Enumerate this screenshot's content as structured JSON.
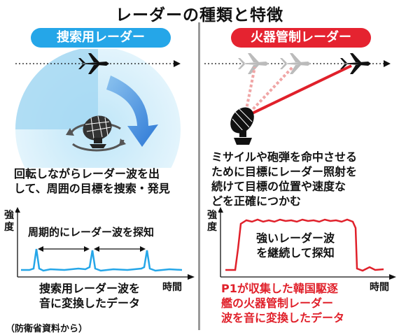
{
  "title": "レーダーの種類と特徴",
  "left": {
    "header": "捜索用レーダー",
    "description_line1": "回転しながらレーダー波を出",
    "description_line2": "して、周囲の目標を捜索・発見",
    "y_label": "強度",
    "x_label": "時間",
    "chart_annotation": "周期的にレーダー波を探知",
    "caption_line1": "捜索用レーダー波を",
    "caption_line2": "音に変換したデータ"
  },
  "right": {
    "header": "火器管制レーダー",
    "description_line1": "ミサイルや砲弾を命中させる",
    "description_line2": "ために目標にレーダー照射を",
    "description_line3": "続けて目標の位置や速度な",
    "description_line4": "どを正確につかむ",
    "y_label": "強度",
    "x_label": "時間",
    "chart_annotation_line1": "強いレーダー波",
    "chart_annotation_line2": "を継続して探知",
    "caption_line1": "P1が収集した韓国駆逐",
    "caption_line2": "艦の火器管制レーダー",
    "caption_line3": "波を音に変換したデータ"
  },
  "source": "（防衛省資料から）",
  "colors": {
    "search_blue": "#25a6e8",
    "fire_control_red": "#e52330",
    "divider": "#9a9a9a"
  },
  "icons": [
    "airplane-icon",
    "radar-dish-icon",
    "rotation-arrow-icon"
  ]
}
